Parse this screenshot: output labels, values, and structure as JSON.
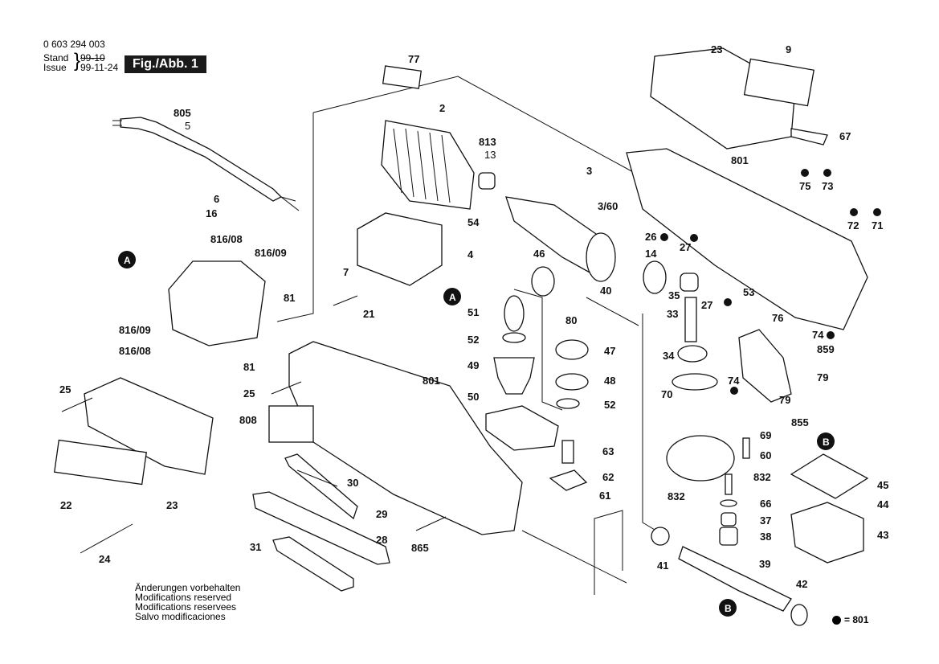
{
  "header": {
    "part_number": "0 603 294 003",
    "stand_label": "Stand",
    "issue_label": "Issue",
    "stand_date_old": "99-10",
    "issue_date": "99-11-24",
    "figure_label": "Fig./Abb. 1"
  },
  "notes": [
    "Änderungen vorbehalten",
    "Modifications reserved",
    "Modifications reservees",
    "Salvo modificaciones"
  ],
  "legend": {
    "symbol": "filled-dot",
    "text": "= 801"
  },
  "badges": {
    "A": "A",
    "B": "B"
  },
  "parts": [
    {
      "id": "77",
      "label": "77"
    },
    {
      "id": "2",
      "label": "2"
    },
    {
      "id": "813",
      "label": "813"
    },
    {
      "id": "13",
      "label": "13"
    },
    {
      "id": "54",
      "label": "54"
    },
    {
      "id": "3",
      "label": "3"
    },
    {
      "id": "3-60",
      "label": "3/60"
    },
    {
      "id": "805",
      "label": "805"
    },
    {
      "id": "5",
      "label": "5"
    },
    {
      "id": "6",
      "label": "6"
    },
    {
      "id": "16",
      "label": "16"
    },
    {
      "id": "816-08a",
      "label": "816/08"
    },
    {
      "id": "816-09a",
      "label": "816/09"
    },
    {
      "id": "81a",
      "label": "81"
    },
    {
      "id": "816-09b",
      "label": "816/09"
    },
    {
      "id": "816-08b",
      "label": "816/08"
    },
    {
      "id": "81b",
      "label": "81"
    },
    {
      "id": "4",
      "label": "4"
    },
    {
      "id": "7",
      "label": "7"
    },
    {
      "id": "21",
      "label": "21"
    },
    {
      "id": "23a",
      "label": "23"
    },
    {
      "id": "9",
      "label": "9"
    },
    {
      "id": "67",
      "label": "67"
    },
    {
      "id": "801a",
      "label": "801"
    },
    {
      "id": "75",
      "label": "75"
    },
    {
      "id": "73",
      "label": "73"
    },
    {
      "id": "72",
      "label": "72"
    },
    {
      "id": "71",
      "label": "71"
    },
    {
      "id": "26",
      "label": "26"
    },
    {
      "id": "27a",
      "label": "27"
    },
    {
      "id": "14",
      "label": "14"
    },
    {
      "id": "35",
      "label": "35"
    },
    {
      "id": "27b",
      "label": "27"
    },
    {
      "id": "53",
      "label": "53"
    },
    {
      "id": "33",
      "label": "33"
    },
    {
      "id": "46",
      "label": "46"
    },
    {
      "id": "40",
      "label": "40"
    },
    {
      "id": "80",
      "label": "80"
    },
    {
      "id": "51",
      "label": "51"
    },
    {
      "id": "52a",
      "label": "52"
    },
    {
      "id": "49",
      "label": "49"
    },
    {
      "id": "47",
      "label": "47"
    },
    {
      "id": "48",
      "label": "48"
    },
    {
      "id": "50",
      "label": "50"
    },
    {
      "id": "52b",
      "label": "52"
    },
    {
      "id": "76",
      "label": "76"
    },
    {
      "id": "74a",
      "label": "74"
    },
    {
      "id": "859",
      "label": "859"
    },
    {
      "id": "34",
      "label": "34"
    },
    {
      "id": "74b",
      "label": "74"
    },
    {
      "id": "79a",
      "label": "79"
    },
    {
      "id": "79b",
      "label": "79"
    },
    {
      "id": "70",
      "label": "70"
    },
    {
      "id": "855",
      "label": "855"
    },
    {
      "id": "69",
      "label": "69"
    },
    {
      "id": "60",
      "label": "60"
    },
    {
      "id": "832a",
      "label": "832"
    },
    {
      "id": "832b",
      "label": "832"
    },
    {
      "id": "66",
      "label": "66"
    },
    {
      "id": "37",
      "label": "37"
    },
    {
      "id": "38",
      "label": "38"
    },
    {
      "id": "41",
      "label": "41"
    },
    {
      "id": "39",
      "label": "39"
    },
    {
      "id": "42",
      "label": "42"
    },
    {
      "id": "45",
      "label": "45"
    },
    {
      "id": "44",
      "label": "44"
    },
    {
      "id": "43",
      "label": "43"
    },
    {
      "id": "25a",
      "label": "25"
    },
    {
      "id": "25b",
      "label": "25"
    },
    {
      "id": "801b",
      "label": "801"
    },
    {
      "id": "808",
      "label": "808"
    },
    {
      "id": "22",
      "label": "22"
    },
    {
      "id": "23b",
      "label": "23"
    },
    {
      "id": "24",
      "label": "24"
    },
    {
      "id": "30",
      "label": "30"
    },
    {
      "id": "29",
      "label": "29"
    },
    {
      "id": "28",
      "label": "28"
    },
    {
      "id": "31",
      "label": "31"
    },
    {
      "id": "865",
      "label": "865"
    },
    {
      "id": "63",
      "label": "63"
    },
    {
      "id": "62",
      "label": "62"
    },
    {
      "id": "61",
      "label": "61"
    }
  ],
  "marked_with_dot": [
    "75",
    "73",
    "72",
    "71",
    "26",
    "27a",
    "27b",
    "74a",
    "74b"
  ]
}
